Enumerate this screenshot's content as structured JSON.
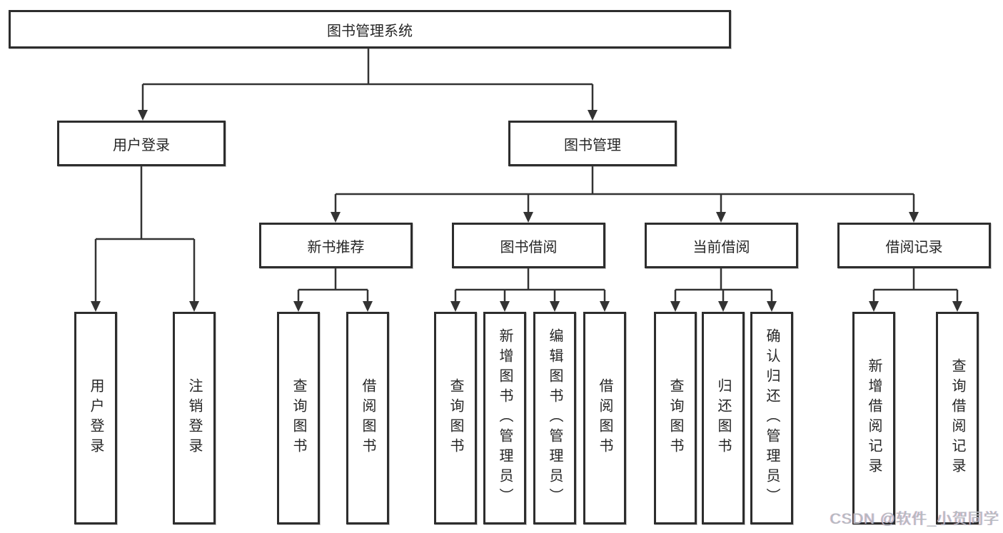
{
  "nodes": {
    "root": "图书管理系统",
    "level2": [
      "用户登录",
      "图书管理"
    ],
    "level3": [
      "新书推荐",
      "图书借阅",
      "当前借阅",
      "借阅记录"
    ],
    "leaves": [
      "用户登录",
      "注销登录",
      "查询图书",
      "借阅图书",
      "查询图书",
      "新增图书（管理员）",
      "编辑图书（管理员）",
      "借阅图书",
      "查询图书",
      "归还图书",
      "确认归还（管理员）",
      "新增借阅记录",
      "查询借阅记录"
    ]
  },
  "watermark": "CSDN @软件_小贺同学",
  "colors": {
    "line": "#333333",
    "box_border": "#2d2d2d",
    "box_fill": "#ffffff",
    "text": "#262626",
    "watermark": "#b6bac0"
  }
}
